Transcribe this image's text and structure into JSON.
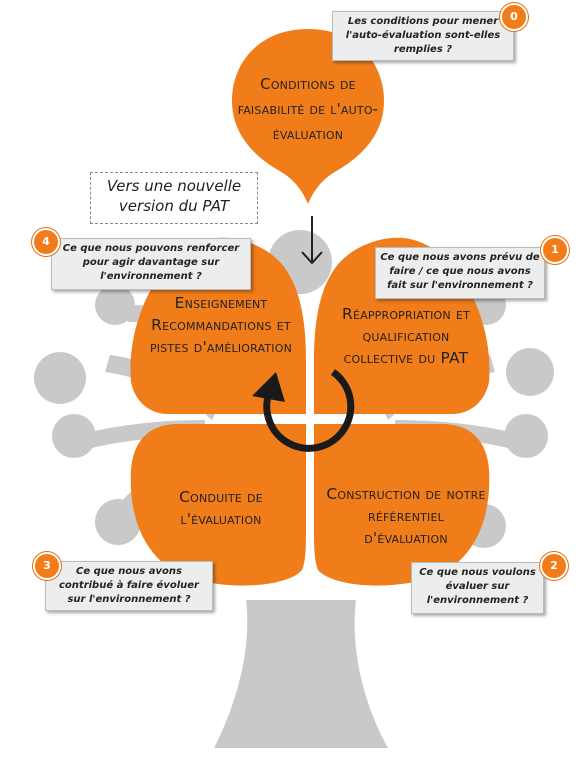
{
  "title_pin": {
    "text": "Conditions de faisabilité de l'auto-évaluation"
  },
  "version_box": {
    "text": "Vers une nouvelle version du PAT"
  },
  "petals": {
    "top_left": "Enseignement Recommandations et pistes d'amélioration",
    "top_right": "Réappropriation et qualification collective du PAT",
    "bottom_left": "Conduite de l'évaluation",
    "bottom_right": "Construction de notre référentiel d'évaluation"
  },
  "callouts": {
    "c0": {
      "number": "0",
      "text": "Les conditions pour mener l'auto-évaluation sont-elles remplies ?"
    },
    "c1": {
      "number": "1",
      "text": "Ce que nous avons prévu de faire / ce que nous avons fait sur l'environnement ?"
    },
    "c2": {
      "number": "2",
      "text": "Ce que nous voulons évaluer sur l'environnement ?"
    },
    "c3": {
      "number": "3",
      "text": "Ce que nous avons contribué à faire évoluer sur l'environnement ?"
    },
    "c4": {
      "number": "4",
      "text": "Ce que nous pouvons renforcer pour agir davantage sur l'environnement ?"
    }
  },
  "colors": {
    "accent": "#f07d1a",
    "tree": "#c9c9c9",
    "callout_bg": "#eceeee",
    "cycle": "#1a1a1a"
  },
  "icons": {
    "cycle": "cycle-arrow-icon",
    "down_arrow": "down-arrow-icon"
  }
}
